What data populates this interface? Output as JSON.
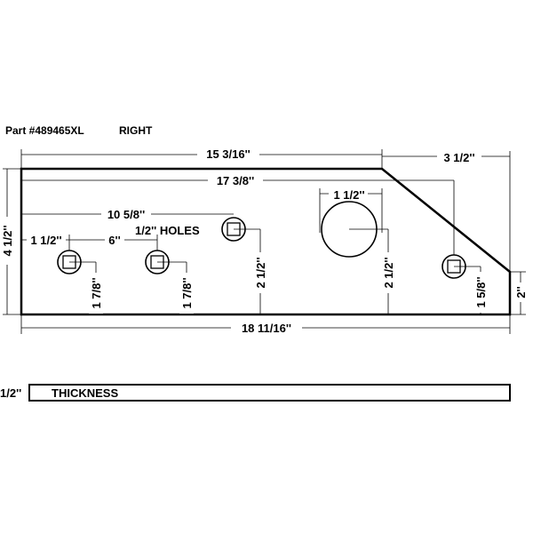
{
  "header": {
    "part_number": "Part #489465XL",
    "side": "RIGHT"
  },
  "dimensions": {
    "top_length": "15 3/16''",
    "corner_offset": "3 1/2''",
    "inner_length": "17 3/8''",
    "large_hole_diameter": "1 1/2''",
    "hole3_offset": "10 5/8''",
    "small_holes_label": "1/2'' HOLES",
    "hole1_offset": "1 1/2''",
    "hole_spacing": "6''",
    "height": "4 1/2''",
    "hole1_height": "1 7/8''",
    "hole2_height": "1 7/8''",
    "hole3_height": "2 1/2''",
    "large_hole_height": "2 1/2''",
    "right_hole_height": "1 5/8''",
    "right_edge_height": "2''",
    "total_length": "18 11/16''"
  },
  "thickness": {
    "value": "1/2''",
    "label": "THICKNESS"
  }
}
